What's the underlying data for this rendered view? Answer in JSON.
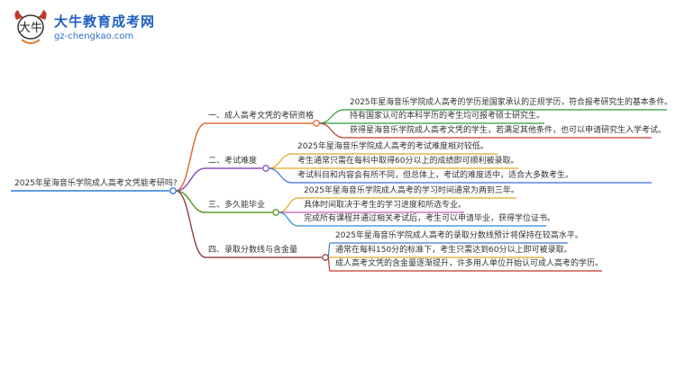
{
  "logo": {
    "brand_name": "大牛教育成考网",
    "url": "gz-chengkao.com",
    "mascot_text": "大牛"
  },
  "colors": {
    "root": "#2f7fd8",
    "branch1": "#e06c3a",
    "branch2": "#8a52c8",
    "branch3": "#5a9a2a",
    "branch4": "#9a4a4a",
    "leaf_b1": [
      "#2f9a3a",
      "#2f9a3a",
      "#c0392b"
    ],
    "leaf_b2": [
      "#e5a623",
      "#e5a623",
      "#3a6fd8"
    ],
    "leaf_b3": [
      "#e5a623",
      "#c05bb8",
      "#2a8bd0"
    ],
    "leaf_b4": [
      "#3a7bd5",
      "#e5a623",
      "#c0392b"
    ]
  },
  "root": {
    "label": "2025年星海音乐学院成人高考文凭能考研吗?"
  },
  "branches": [
    {
      "label": "一、成人高考文凭的考研资格",
      "leaves": [
        "2025年星海音乐学院成人高考的学历是国家承认的正规学历，符合报考研究生的基本条件。",
        "持有国家认可的本科学历的考生均可报考硕士研究生。",
        "获得星海音乐学院成人高考文凭的学生，若满足其他条件，也可以申请研究生入学考试。"
      ]
    },
    {
      "label": "二、考试难度",
      "leaves": [
        "2025年星海音乐学院成人高考的考试难度相对较低。",
        "考生通常只需在每科中取得60分以上的成绩即可顺利被录取。",
        "考试科目和内容会有所不同，但总体上，考试的难度适中，适合大多数考生。"
      ]
    },
    {
      "label": "三、多久能毕业",
      "leaves": [
        "2025年星海音乐学院成人高考的学习时间通常为两到三年。",
        "具体时间取决于考生的学习进度和所选专业。",
        "完成所有课程并通过相关考试后，考生可以申请毕业，获得学位证书。"
      ]
    },
    {
      "label": "四、录取分数线与含金量",
      "leaves": [
        "2025年星海音乐学院成人高考的录取分数线预计将保持在较高水平。",
        "通常在每科150分的标准下，考生只需达到60分以上即可被录取。",
        "成人高考文凭的含金量逐渐提升，许多用人单位开始认可成人高考的学历。"
      ]
    }
  ]
}
